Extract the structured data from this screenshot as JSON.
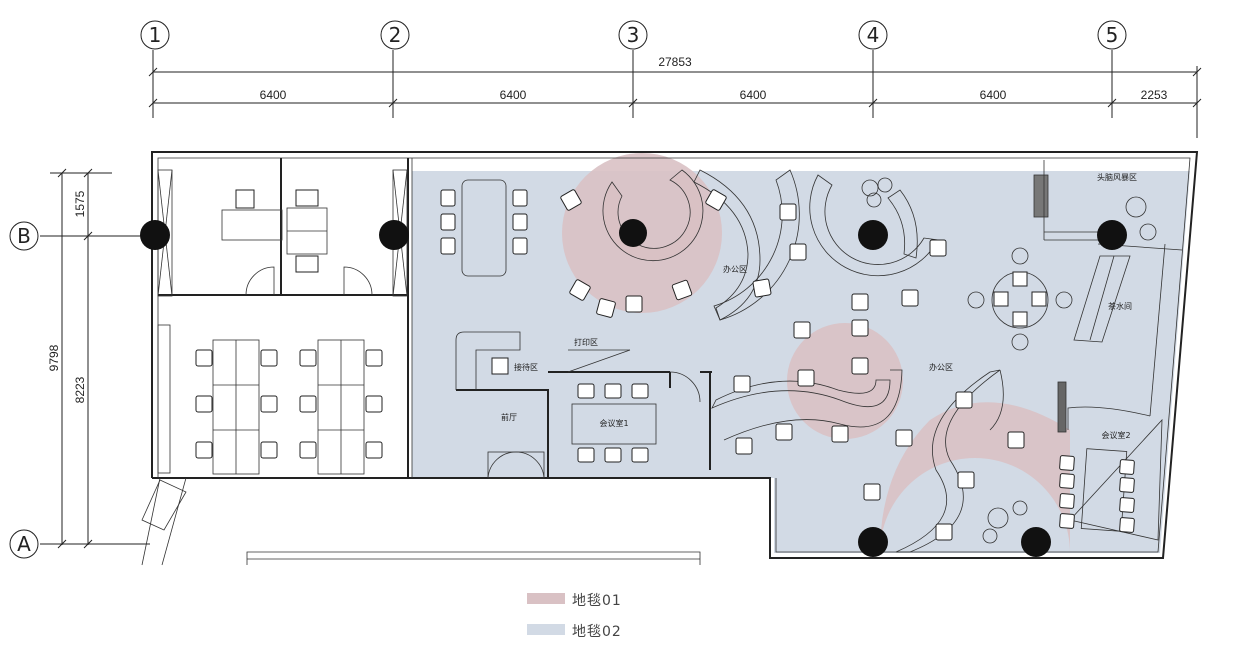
{
  "axes_numbers": [
    "1",
    "2",
    "3",
    "4",
    "5"
  ],
  "axes_letters": [
    "A",
    "B"
  ],
  "dims": {
    "total": "27853",
    "bays": [
      "6400",
      "6400",
      "6400",
      "6400",
      "2253"
    ],
    "left_total": "9798",
    "left_top": "1575",
    "left_bottom": "8223"
  },
  "zones": {
    "office_a": "办公区",
    "office_b": "办公区",
    "reception": "接待区",
    "print": "打印区",
    "lobby": "前厅",
    "meeting1": "会议室1",
    "meeting2": "会议室2",
    "brainstorm": "头脑风暴区",
    "tea": "茶水间"
  },
  "legend": [
    {
      "label": "地毯01",
      "color": "#d9c1c4"
    },
    {
      "label": "地毯02",
      "color": "#d2dae5"
    }
  ],
  "colors": {
    "carpet01": "#d9c1c4",
    "carpet02": "#d2dae5",
    "column": "#111111"
  }
}
